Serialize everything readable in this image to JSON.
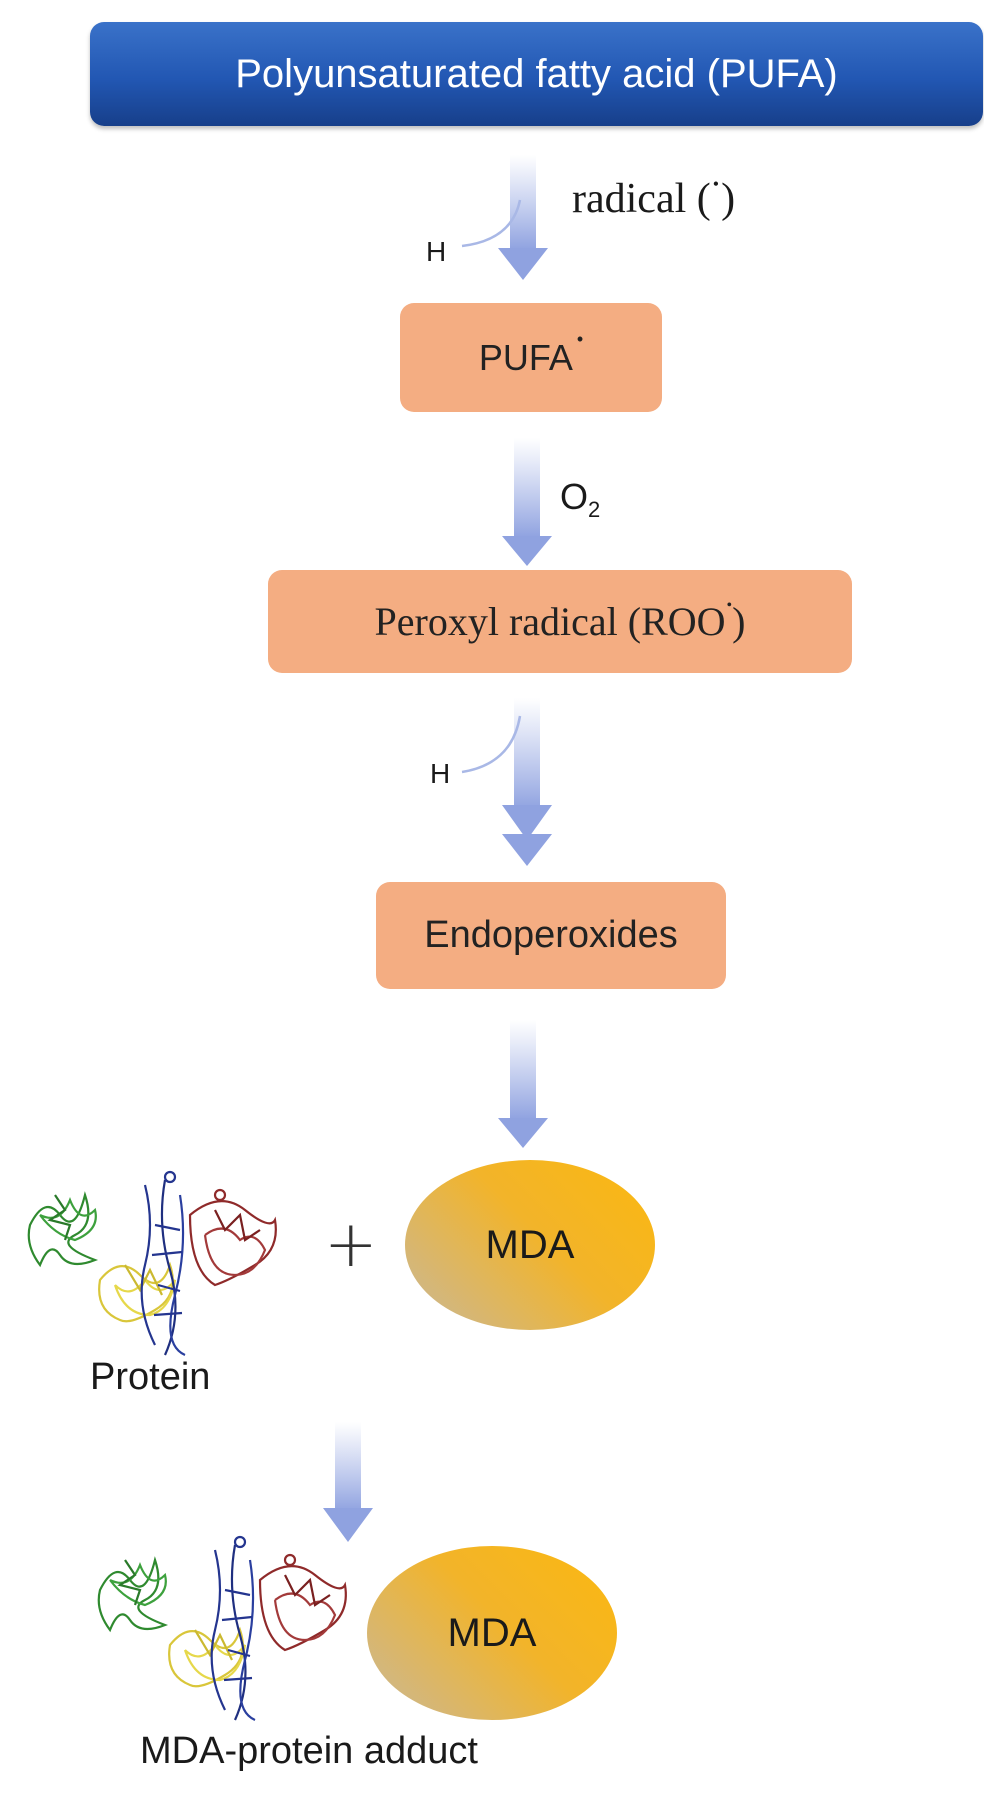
{
  "title": "Polyunsaturated fatty acid (PUFA)",
  "steps": {
    "pufa_radical": "PUFA",
    "peroxyl_radical": "Peroxyl radical (ROO",
    "peroxyl_radical_close": ")",
    "endoperoxides": "Endoperoxides"
  },
  "labels": {
    "radical": "radical (",
    "radical_close": ")",
    "radical_dot": "•",
    "hydrogen_1": "H",
    "hydrogen_2": "H",
    "oxygen": "O",
    "oxygen_subscript": "2",
    "plus": "+",
    "protein": "Protein",
    "adduct": "MDA-protein adduct"
  },
  "mda": {
    "label_1": "MDA",
    "label_2": "MDA"
  },
  "colors": {
    "title_bar": "#2257b3",
    "step_box": "#f4ad82",
    "arrow": "#9fb0e6",
    "mda": "#fbb810",
    "protein_green": "#2f8a2f",
    "protein_yellow": "#e6d84a",
    "protein_blue": "#24358f",
    "protein_red": "#8f2a2a"
  },
  "icons": {
    "protein": "protein-structure-icon",
    "arrow": "down-arrow-icon"
  }
}
